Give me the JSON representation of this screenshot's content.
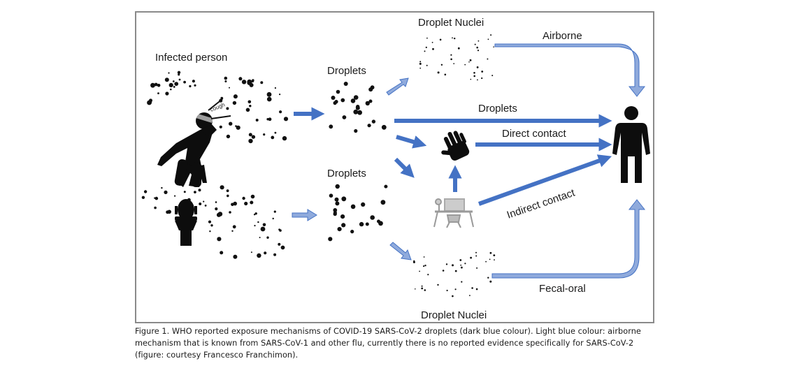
{
  "figure": {
    "labels": {
      "infected_person": "Infected person",
      "droplets_top": "Droplets",
      "droplets_bottom": "Droplets",
      "droplet_nuclei_top": "Droplet Nuclei",
      "droplet_nuclei_bottom": "Droplet Nuclei",
      "airborne": "Airborne",
      "droplets_route": "Droplets",
      "direct_contact": "Direct contact",
      "indirect_contact": "Indirect contact",
      "fecal_oral": "Fecal-oral",
      "cough": "cough"
    },
    "icons": {
      "source_person": "coughing-person-icon",
      "toilet": "toilet-icon",
      "hand": "hand-icon",
      "desk": "desk-workstation-icon",
      "receiver": "standing-person-icon"
    },
    "colors": {
      "dark_blue": "#4472C4",
      "light_blue": "#8FAADC",
      "light_blue_outline": "#4472C4",
      "particle": "#111111",
      "frame": "#8a8a8a"
    },
    "legend_meaning": {
      "dark_blue": "WHO reported SARS-CoV-2 droplet exposure mechanisms",
      "light_blue": "airborne mechanism known from SARS-CoV-1 and other flu"
    }
  },
  "caption": {
    "line1": "Figure 1. WHO reported exposure mechanisms of COVID-19 SARS-CoV-2 droplets (dark blue colour). Light blue colour: airborne",
    "line2": "mechanism that is known from SARS-CoV-1 and other flu, currently there is no reported evidence specifically for SARS-CoV-2",
    "line3": "(figure: courtesy Francesco Franchimon)."
  }
}
